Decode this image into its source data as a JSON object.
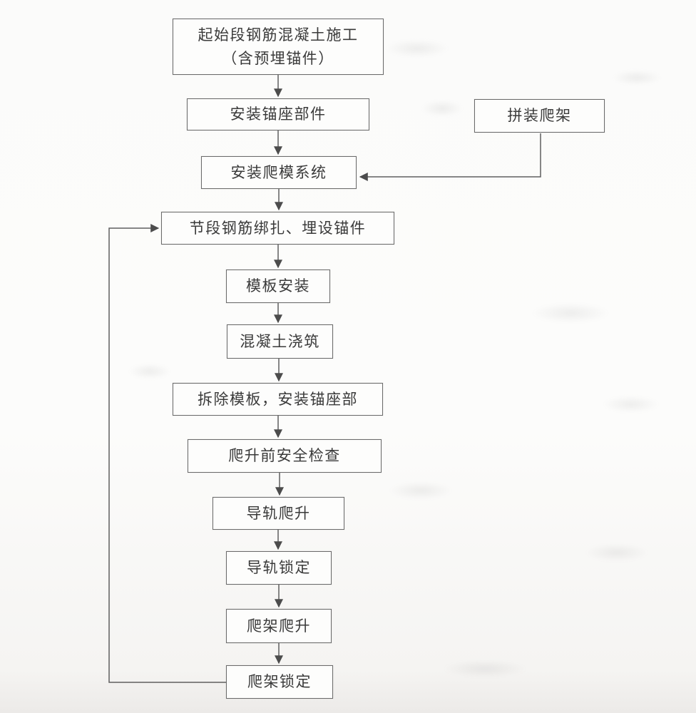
{
  "diagram": {
    "kind": "flowchart",
    "language": "zh-CN",
    "line_color": "#5f5f5f",
    "box_border_color": "#6b6b6b",
    "box_fill_color": "#fdfdfc",
    "text_color": "#3a3a3a",
    "background_color": "#fbfbfa"
  },
  "nodes": [
    {
      "id": "start",
      "label": "起始段钢筋混凝土施工\n（含预埋锚件）"
    },
    {
      "id": "anchor-seat",
      "label": "安装锚座部件"
    },
    {
      "id": "assemble",
      "label": "拼装爬架"
    },
    {
      "id": "system",
      "label": "安装爬模系统"
    },
    {
      "id": "rebar",
      "label": "节段钢筋绑扎、埋设锚件"
    },
    {
      "id": "formwork",
      "label": "模板安装"
    },
    {
      "id": "concrete",
      "label": "混凝土浇筑"
    },
    {
      "id": "remove",
      "label": "拆除模板，安装锚座部"
    },
    {
      "id": "safety",
      "label": "爬升前安全检查"
    },
    {
      "id": "rail-climb",
      "label": "导轨爬升"
    },
    {
      "id": "rail-lock",
      "label": "导轨锁定"
    },
    {
      "id": "frame-climb",
      "label": "爬架爬升"
    },
    {
      "id": "frame-lock",
      "label": "爬架锁定"
    }
  ],
  "edges": [
    {
      "from": "start",
      "to": "system",
      "via": "anchor-seat"
    },
    {
      "from": "anchor-seat",
      "to": "system"
    },
    {
      "from": "assemble",
      "to": "system"
    },
    {
      "from": "system",
      "to": "rebar"
    },
    {
      "from": "rebar",
      "to": "formwork"
    },
    {
      "from": "formwork",
      "to": "concrete"
    },
    {
      "from": "concrete",
      "to": "remove"
    },
    {
      "from": "remove",
      "to": "safety"
    },
    {
      "from": "safety",
      "to": "rail-climb"
    },
    {
      "from": "rail-climb",
      "to": "rail-lock"
    },
    {
      "from": "rail-lock",
      "to": "frame-climb"
    },
    {
      "from": "frame-climb",
      "to": "frame-lock"
    },
    {
      "from": "frame-lock",
      "to": "rebar",
      "type": "loop-back"
    }
  ]
}
